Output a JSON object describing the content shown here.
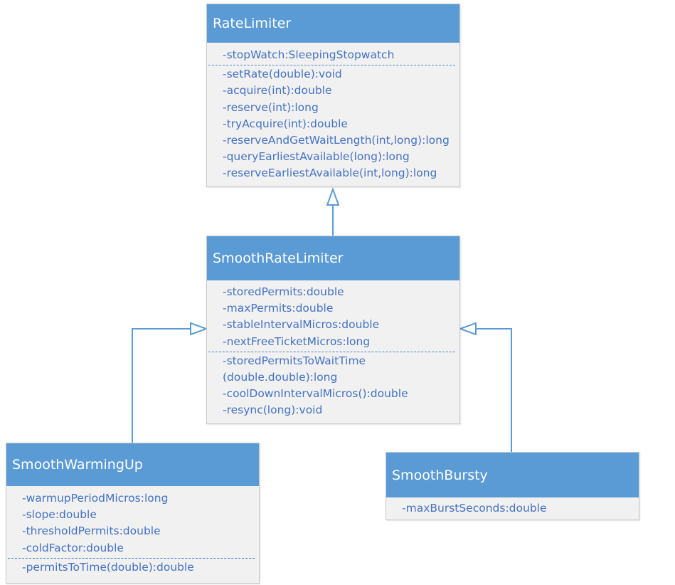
{
  "colors": {
    "header_bg": "#5b9bd5",
    "header_text": "#ffffff",
    "body_bg": "#f1f1f1",
    "member_text": "#4472c4",
    "connector": "#5b9bd5"
  },
  "classes": {
    "rate_limiter": {
      "name": "RateLimiter",
      "attributes": [
        "-stopWatch:SleepingStopwatch"
      ],
      "methods": [
        "-setRate(double):void",
        "-acquire(int):double",
        "-reserve(int):long",
        "-tryAcquire(int):double",
        "-reserveAndGetWaitLength(int,long):long",
        "-queryEarliestAvailable(long):long",
        "-reserveEarliestAvailable(int,long):long"
      ]
    },
    "smooth_rate_limiter": {
      "name": "SmoothRateLimiter",
      "attributes": [
        "-storedPermits:double",
        "-maxPermits:double",
        "-stableIntervalMicros:double",
        "-nextFreeTicketMicros:long"
      ],
      "methods": [
        "-storedPermitsToWaitTime",
        "(double.double):long",
        "-coolDownIntervalMicros():double",
        "-resync(long):void"
      ]
    },
    "smooth_warming_up": {
      "name": "SmoothWarmingUp",
      "attributes": [
        "-warmupPeriodMicros:long",
        "-slope:double",
        "-thresholdPermits:double",
        "-coldFactor:double"
      ],
      "methods": [
        "-permitsToTime(double):double"
      ]
    },
    "smooth_bursty": {
      "name": "SmoothBursty",
      "attributes": [
        "-maxBurstSeconds:double"
      ],
      "methods": []
    }
  },
  "relationships": [
    {
      "type": "generalization",
      "from": "SmoothRateLimiter",
      "to": "RateLimiter"
    },
    {
      "type": "generalization",
      "from": "SmoothWarmingUp",
      "to": "SmoothRateLimiter"
    },
    {
      "type": "generalization",
      "from": "SmoothBursty",
      "to": "SmoothRateLimiter"
    }
  ]
}
